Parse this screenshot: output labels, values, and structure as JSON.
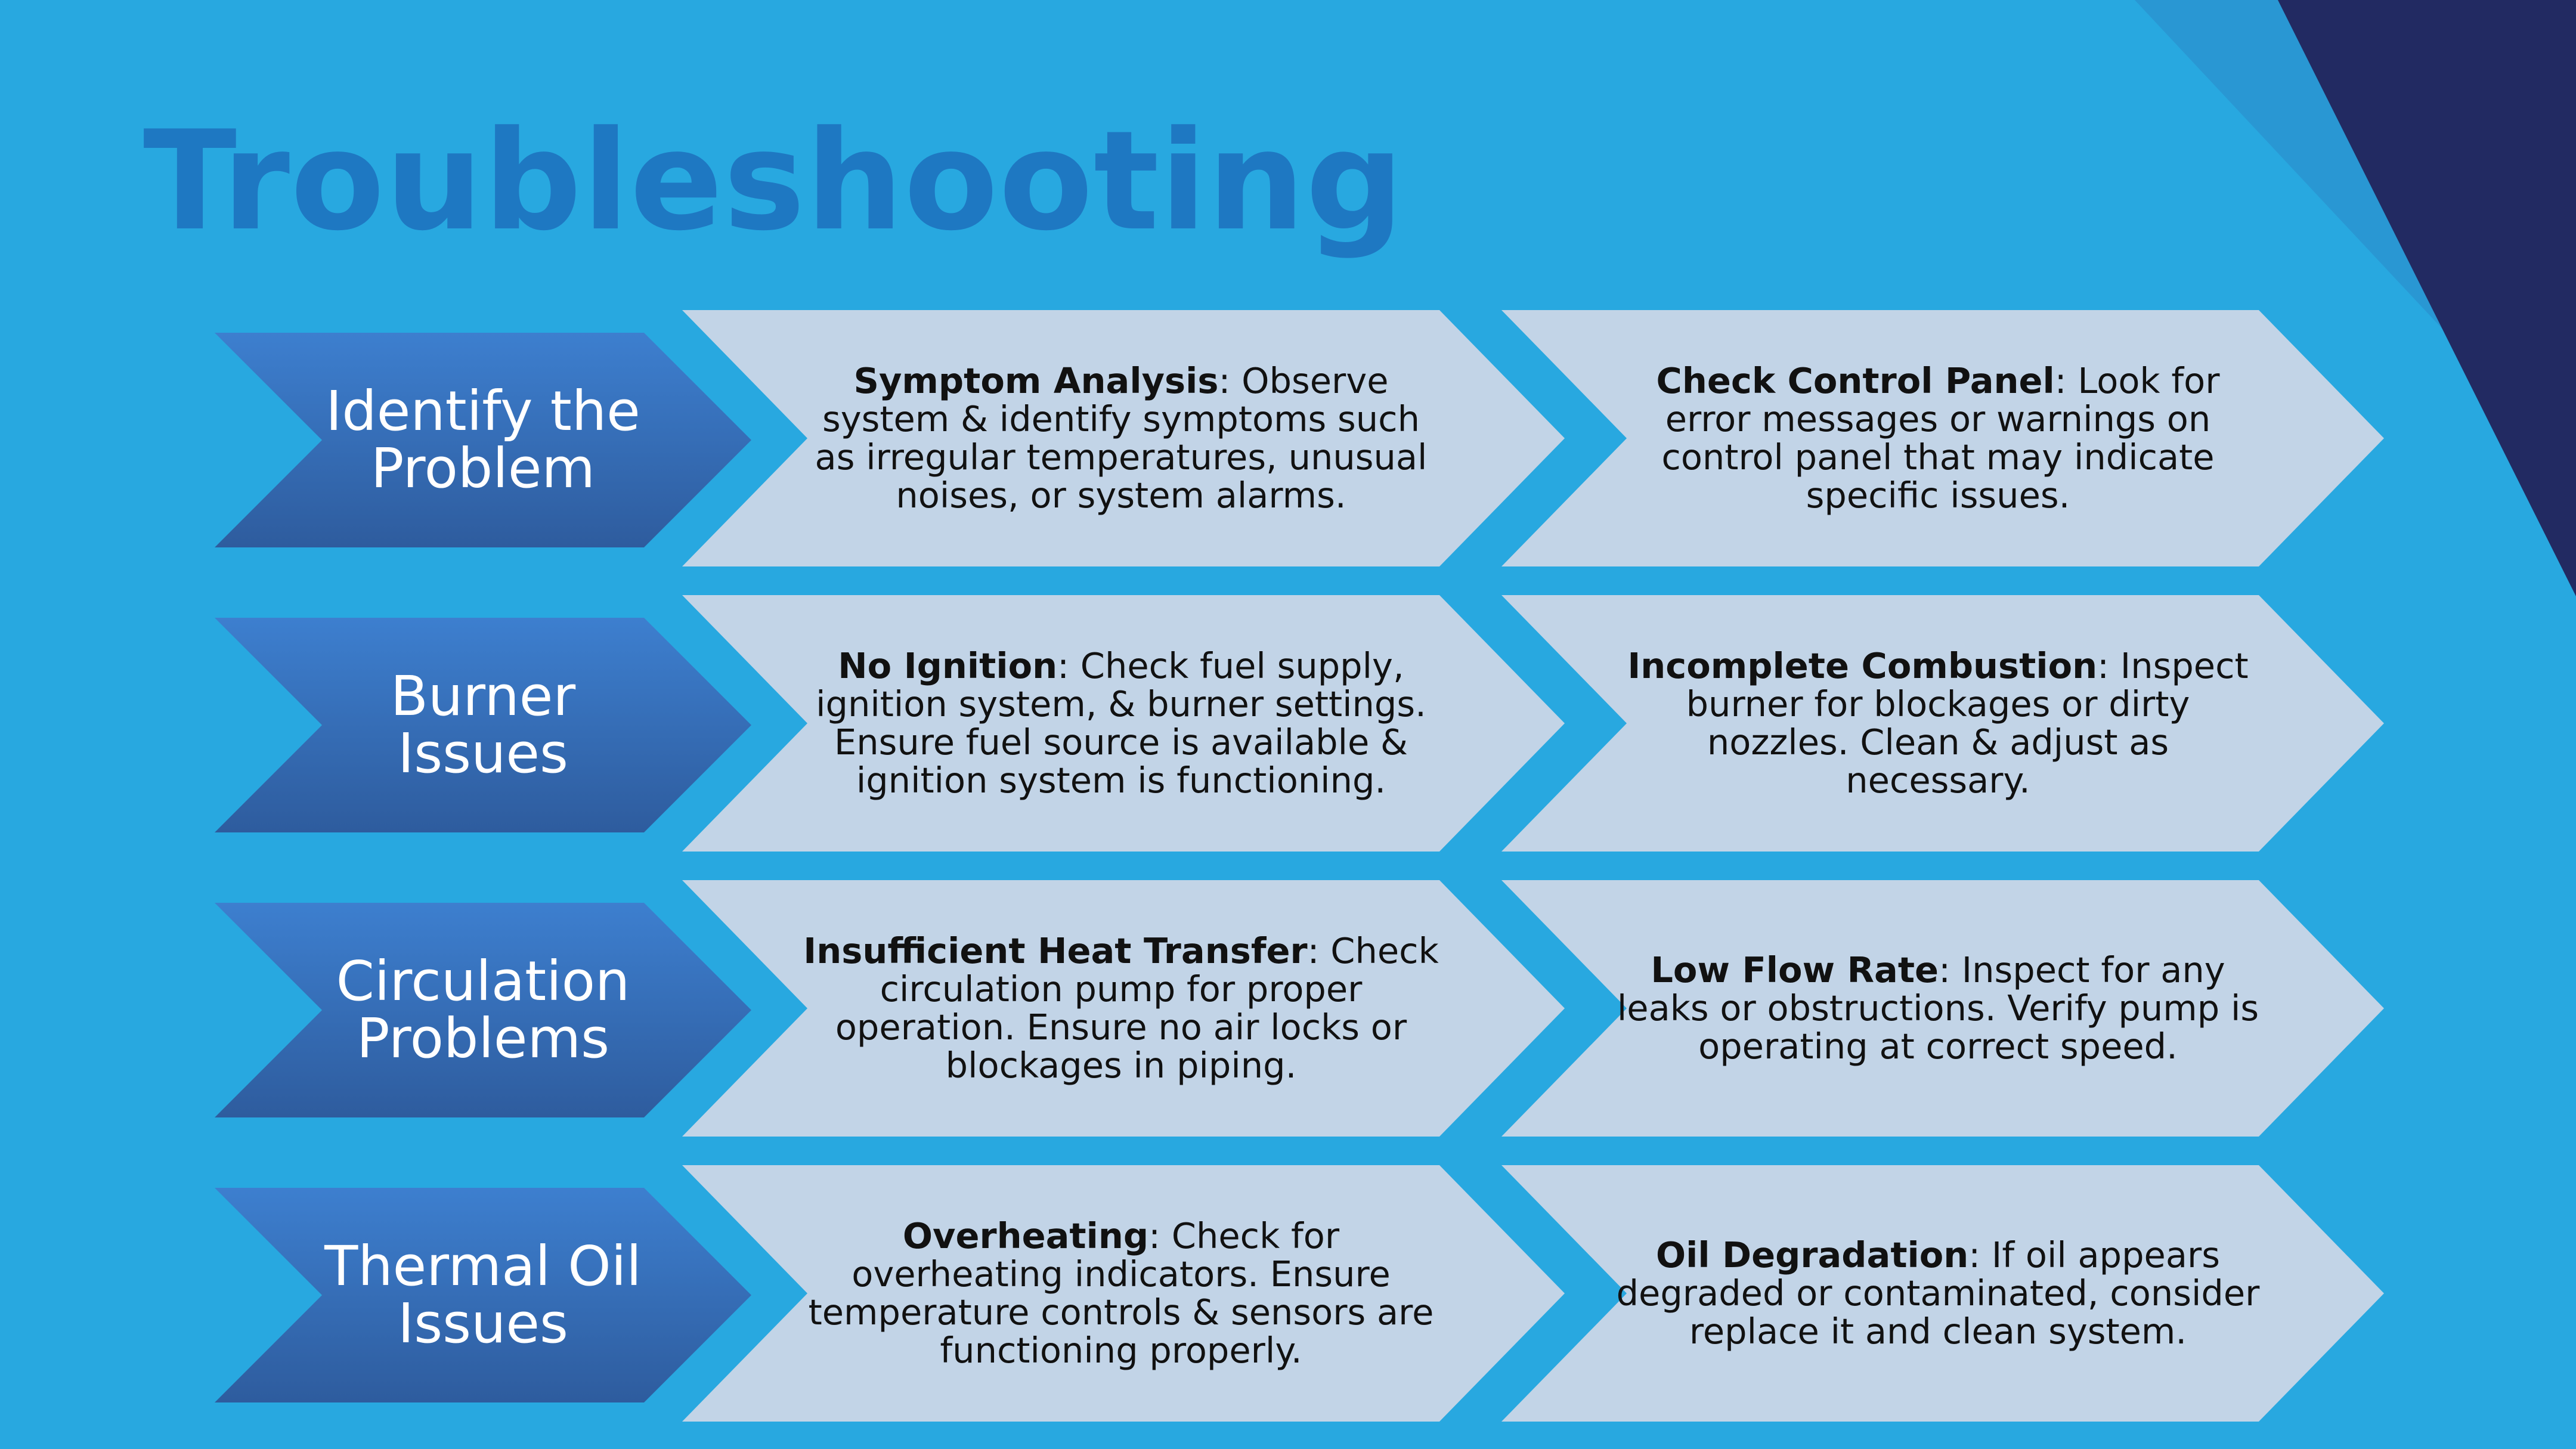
{
  "title": "Troubleshooting",
  "colors": {
    "background": "#28a8e0",
    "title": "#1e78c2",
    "label_top": "#3b7ccb",
    "label_bottom": "#2f5fa3",
    "card": "#c2d4e7",
    "corner_dark": "#222a62"
  },
  "rows": [
    {
      "label": "Identify the Problem",
      "cards": [
        {
          "heading": "Symptom Analysis",
          "text": ": Observe system & identify symptoms such as irregular temperatures, unusual noises, or system alarms."
        },
        {
          "heading": "Check Control Panel",
          "text": ": Look for error messages or warnings on control panel that may indicate specific issues."
        }
      ]
    },
    {
      "label": "Burner Issues",
      "cards": [
        {
          "heading": "No Ignition",
          "text": ": Check fuel supply, ignition system, & burner settings. Ensure fuel source is available & ignition system is functioning."
        },
        {
          "heading": "Incomplete Combustion",
          "text": ": Inspect burner for blockages or dirty nozzles. Clean & adjust as necessary."
        }
      ]
    },
    {
      "label": "Circulation Problems",
      "cards": [
        {
          "heading": "Insufficient Heat Transfer",
          "text": ": Check circulation pump for proper operation. Ensure no air locks or blockages in piping."
        },
        {
          "heading": "Low Flow Rate",
          "text": ": Inspect for any leaks or obstructions. Verify pump is operating at correct speed."
        }
      ]
    },
    {
      "label": "Thermal Oil Issues",
      "cards": [
        {
          "heading": "Overheating",
          "text": ": Check for overheating indicators. Ensure temperature controls & sensors are functioning properly."
        },
        {
          "heading": "Oil Degradation",
          "text": ": If oil appears degraded or contaminated, consider replace it and clean system."
        }
      ]
    }
  ]
}
